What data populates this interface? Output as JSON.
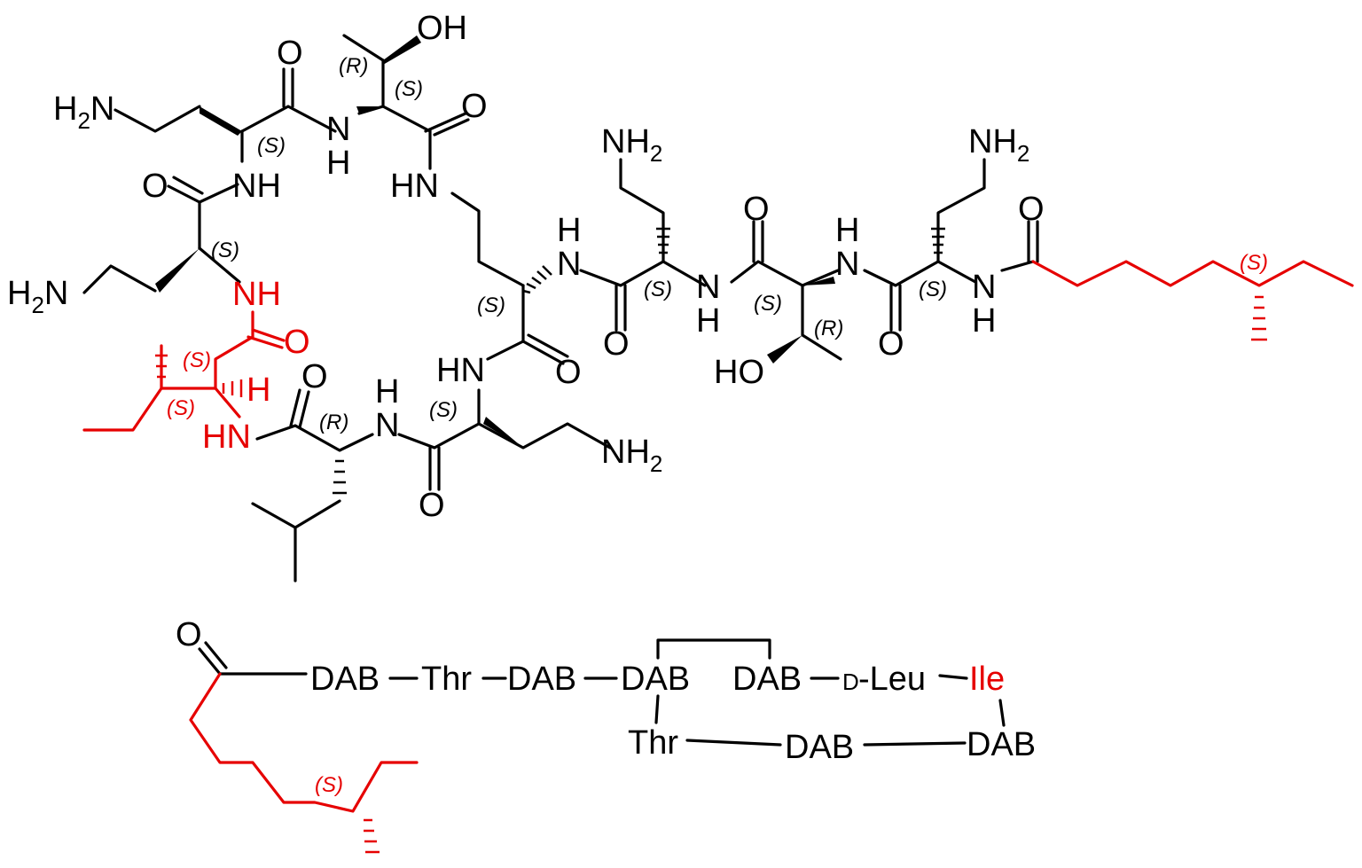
{
  "colors": {
    "bond": "#000000",
    "highlight": "#e60000",
    "background": "#ffffff"
  },
  "structure": {
    "atoms": {
      "h2n": "H",
      "h2n_sub": "2",
      "h2n_n": "N",
      "nh2_n": "NH",
      "nh2_sub": "2",
      "oh": "OH",
      "ho": "HO",
      "o": "O",
      "nh": "NH",
      "hn": "HN",
      "n": "N",
      "h": "H"
    },
    "stereo": {
      "s": "(S)",
      "r": "(R)"
    }
  },
  "sequence": {
    "o": "O",
    "dab": "DAB",
    "thr": "Thr",
    "d_prefix": "D",
    "leu": "-Leu",
    "ile": "Ile",
    "s": "(S)"
  }
}
